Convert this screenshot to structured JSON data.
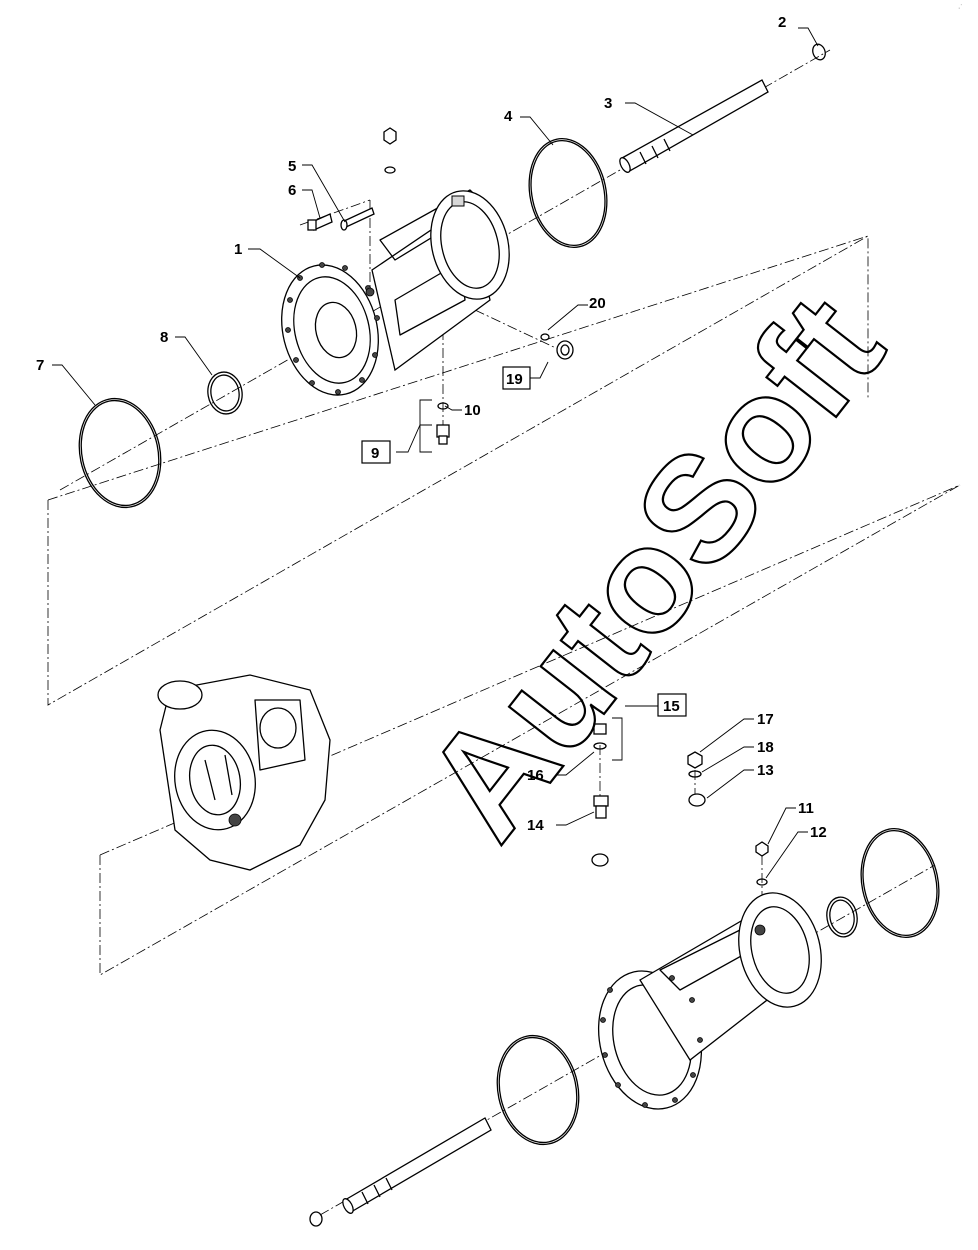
{
  "diagram": {
    "watermark": "AutoSoft",
    "callouts": [
      {
        "id": "c1",
        "text": "1"
      },
      {
        "id": "c2",
        "text": "2"
      },
      {
        "id": "c3",
        "text": "3"
      },
      {
        "id": "c4",
        "text": "4"
      },
      {
        "id": "c5",
        "text": "5"
      },
      {
        "id": "c6",
        "text": "6"
      },
      {
        "id": "c7",
        "text": "7"
      },
      {
        "id": "c8",
        "text": "8"
      },
      {
        "id": "c9",
        "text": "9"
      },
      {
        "id": "c10",
        "text": "10"
      },
      {
        "id": "c11",
        "text": "11"
      },
      {
        "id": "c12",
        "text": "12"
      },
      {
        "id": "c13",
        "text": "13"
      },
      {
        "id": "c14",
        "text": "14"
      },
      {
        "id": "c15",
        "text": "15"
      },
      {
        "id": "c16",
        "text": "16"
      },
      {
        "id": "c17",
        "text": "17"
      },
      {
        "id": "c18",
        "text": "18"
      },
      {
        "id": "c19",
        "text": "19"
      },
      {
        "id": "c20",
        "text": "20"
      }
    ]
  }
}
